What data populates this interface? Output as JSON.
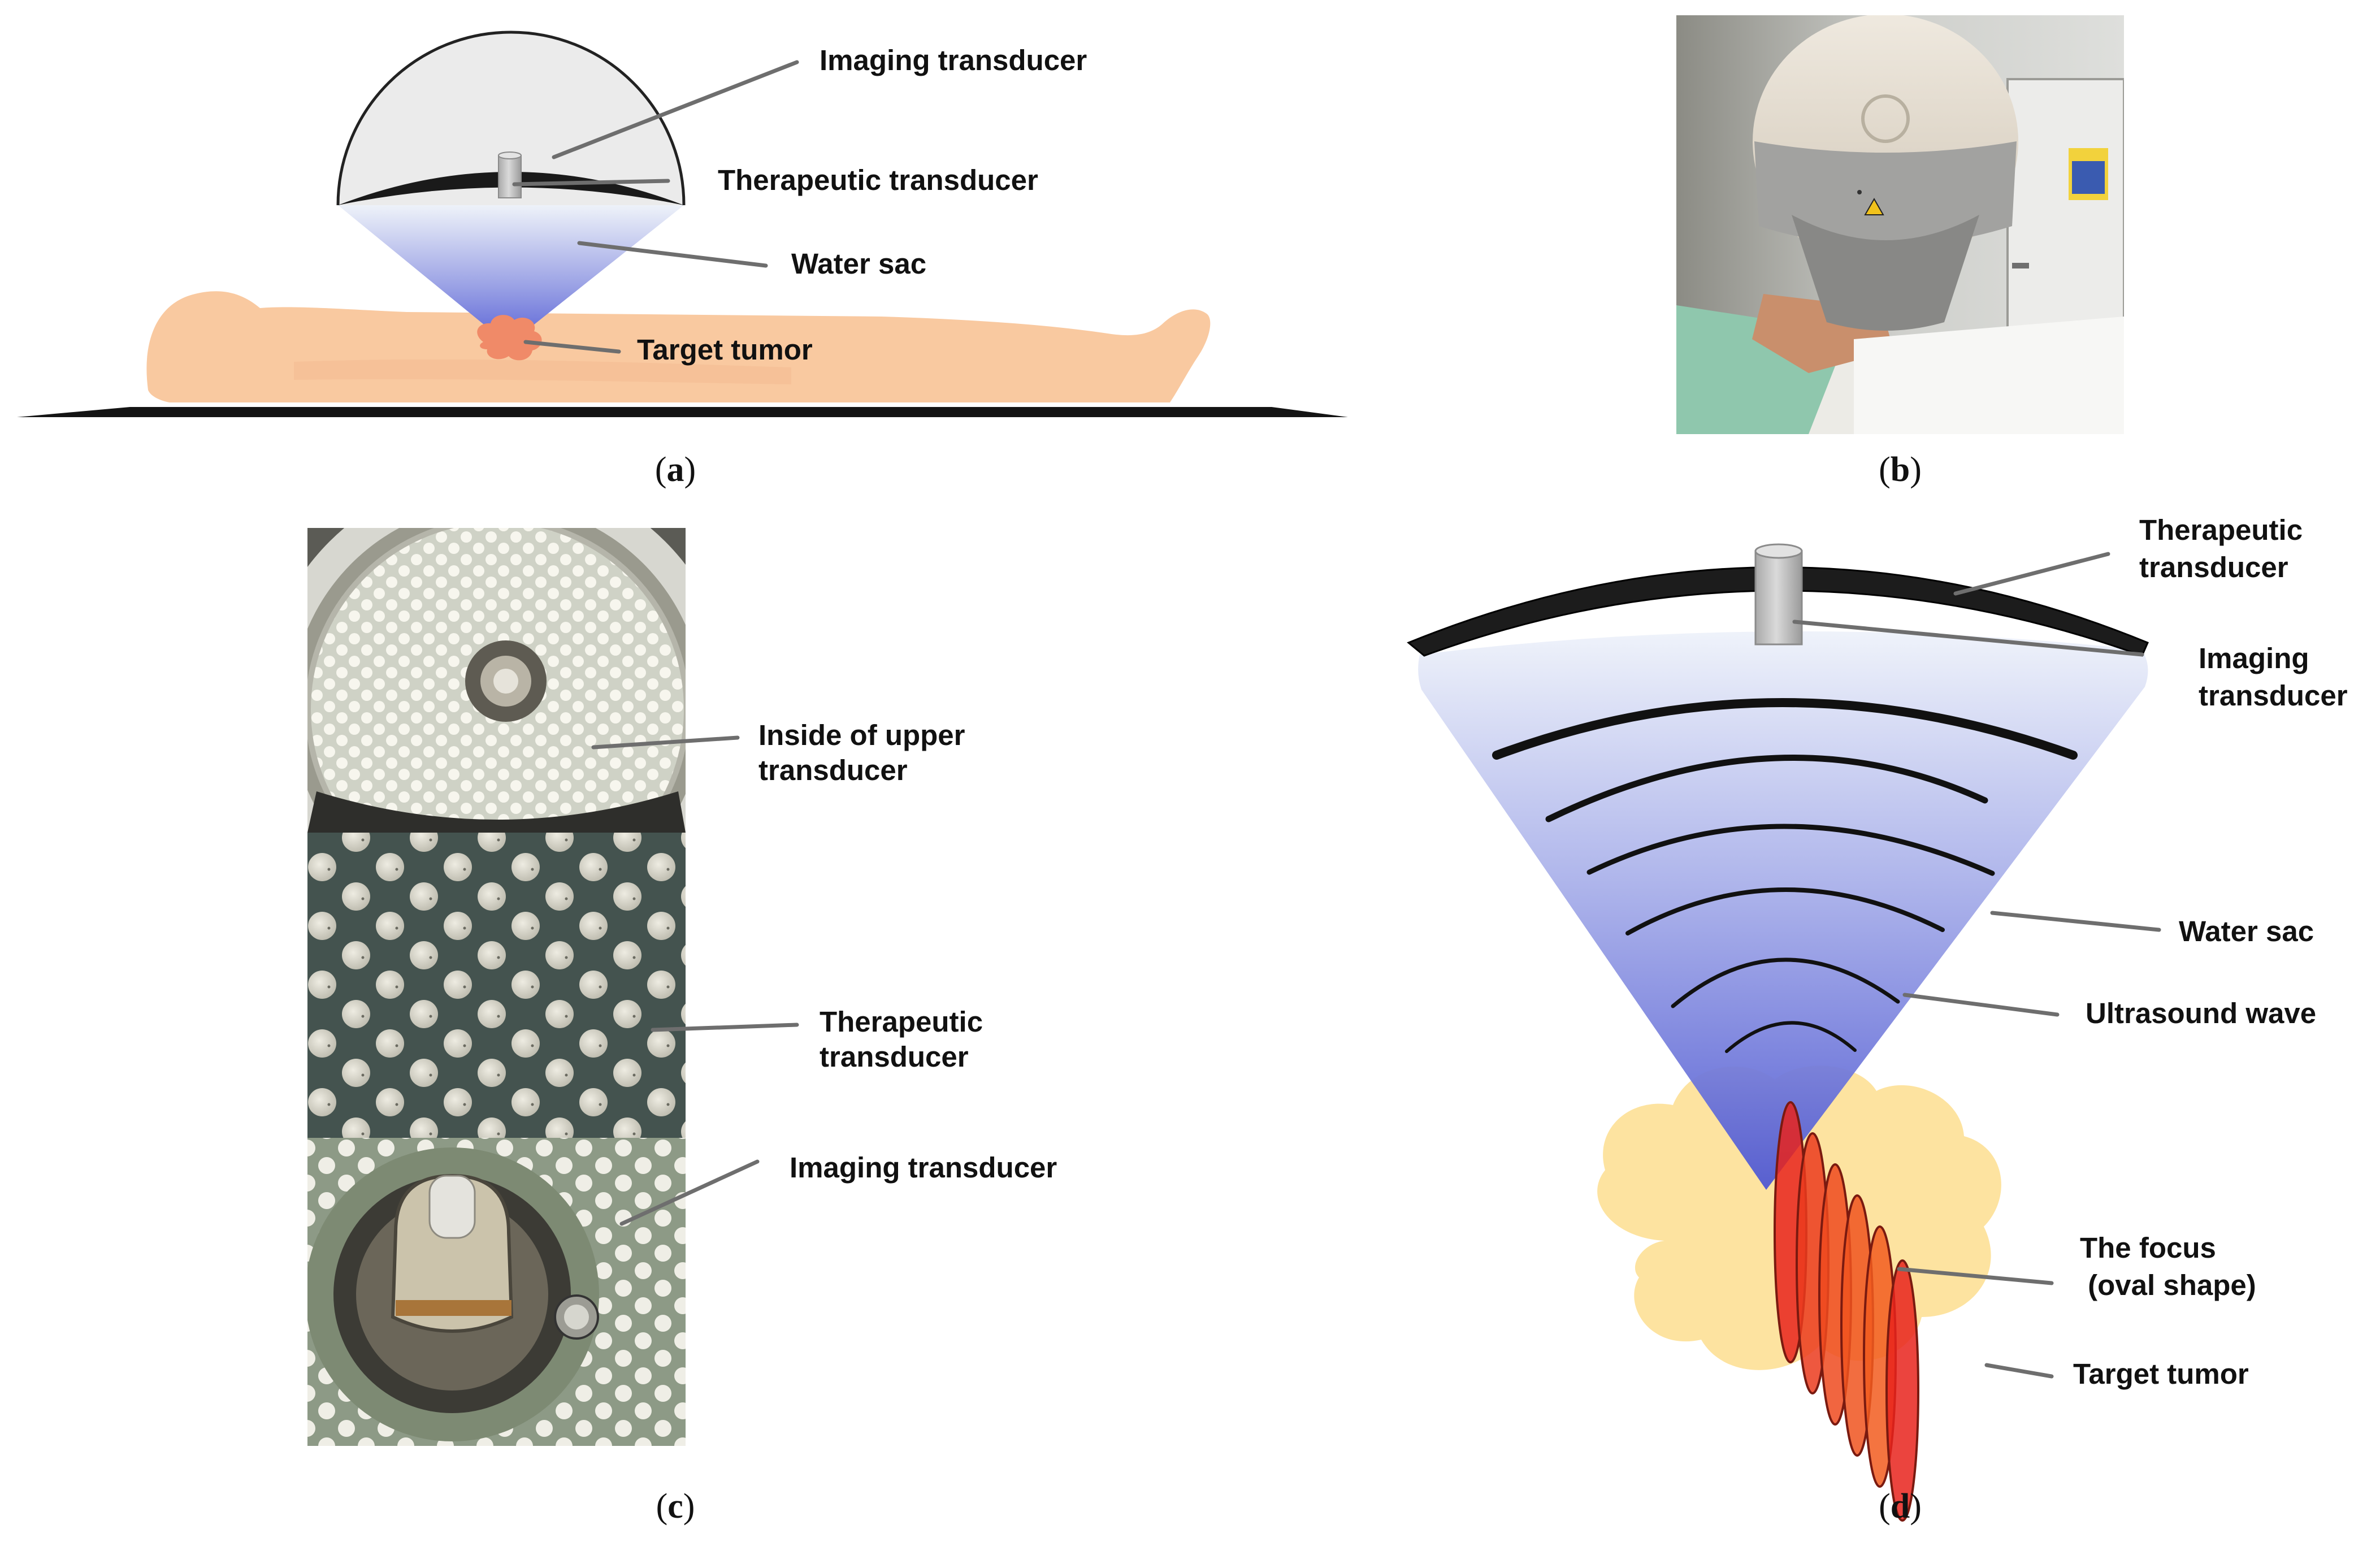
{
  "panel_a": {
    "labels": {
      "imaging_transducer": "Imaging transducer",
      "therapeutic_transducer": "Therapeutic transducer",
      "water_sac": "Water sac",
      "target_tumor": "Target tumor"
    },
    "caption_letter": "a"
  },
  "panel_b": {
    "caption_letter": "b"
  },
  "panel_c": {
    "labels": {
      "inside_upper_line1": "Inside of upper",
      "inside_upper_line2": "transducer",
      "therapeutic_line1": "Therapeutic",
      "therapeutic_line2": "transducer",
      "imaging_transducer": "Imaging transducer"
    },
    "caption_letter": "c"
  },
  "panel_d": {
    "labels": {
      "therapeutic_line1": "Therapeutic",
      "therapeutic_line2": "transducer",
      "imaging_line1": "Imaging",
      "imaging_line2": "transducer",
      "water_sac": "Water sac",
      "ultrasound_wave": "Ultrasound wave",
      "focus_line1": "The focus",
      "focus_line2": " (oval shape)",
      "target_tumor": "Target tumor"
    },
    "caption_letter": "d"
  },
  "colors": {
    "body_skin": "#f9c9a0",
    "tumor": "#f08a68",
    "water_top": "#e8eef8",
    "water_bottom": "#5e68d8",
    "focus_red": "#e8231c",
    "focus_orange": "#f0541e",
    "tumor_yellow": "#fde3a0",
    "device_beige": "#dcd4c6",
    "device_grey": "#9d9d9d"
  }
}
